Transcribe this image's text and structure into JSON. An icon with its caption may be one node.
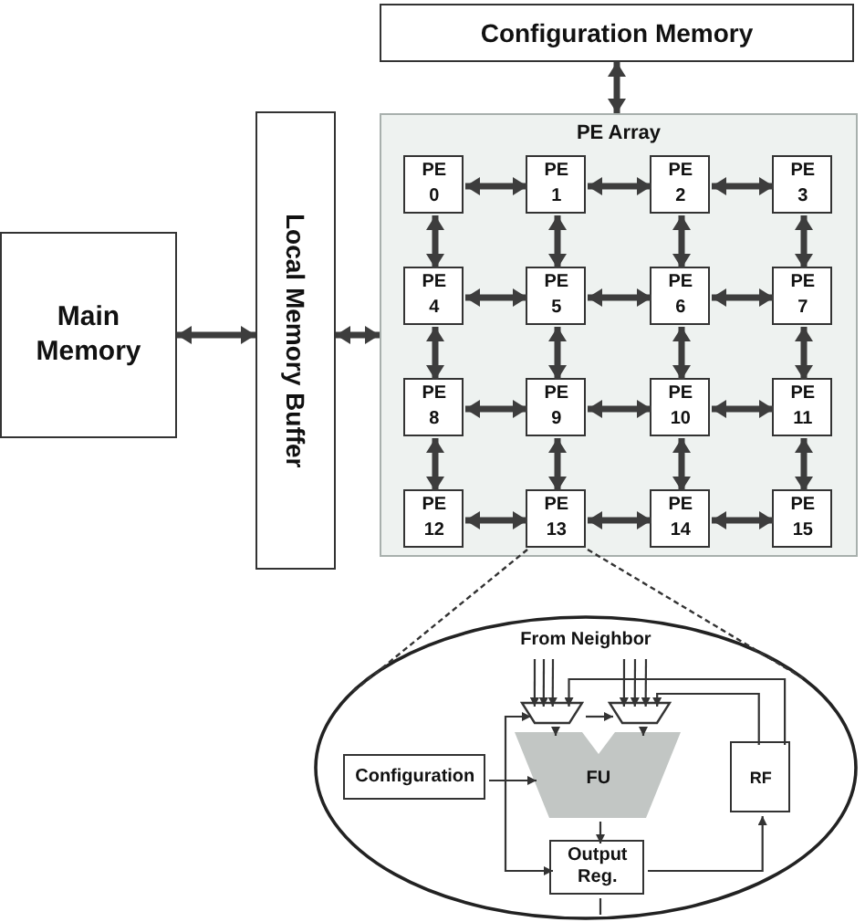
{
  "diagram": {
    "nodes": [
      {
        "text": [
          "Configuration Memory"
        ]
      },
      {
        "text": [
          "Local Memory Buffer"
        ]
      },
      {
        "text": [
          "Main Memory"
        ]
      },
      {
        "text": [
          "PE Array"
        ]
      },
      {
        "text": [
          "PE 0"
        ],
        "in": 3
      },
      {
        "text": [
          "PE 1"
        ],
        "in": 3
      },
      {
        "text": [
          "PE 2"
        ],
        "in": 3
      },
      {
        "text": [
          "PE 3"
        ],
        "in": 3
      },
      {
        "text": [
          "PE 4"
        ],
        "in": 3
      },
      {
        "text": [
          "PE 5"
        ],
        "in": 3
      },
      {
        "text": [
          "PE 6"
        ],
        "in": 3
      },
      {
        "text": [
          "PE 7"
        ],
        "in": 3
      },
      {
        "text": [
          "PE 8"
        ],
        "in": 3
      },
      {
        "text": [
          "PE 9"
        ],
        "in": 3
      },
      {
        "text": [
          "PE 10"
        ],
        "in": 3
      },
      {
        "text": [
          "PE 11"
        ],
        "in": 3
      },
      {
        "text": [
          "PE 12"
        ],
        "in": 3
      },
      {
        "text": [
          "PE 13"
        ],
        "in": 3
      },
      {
        "text": [
          "PE 14"
        ],
        "in": 3
      },
      {
        "text": [
          "PE 15"
        ],
        "in": 3
      },
      {
        "text": [
          "From Neighbor"
        ]
      },
      {
        "text": [],
        "shape": "trapezoid",
        "in": 20
      },
      {
        "text": [],
        "shape": "trapezoid",
        "in": 20
      },
      {
        "text": [
          "Configuration"
        ],
        "in": 20
      },
      {
        "text": [
          "FU"
        ],
        "in": 20
      },
      {
        "text": [
          "RF"
        ],
        "in": 20
      },
      {
        "text": [
          "Output Reg."
        ],
        "in": 20
      }
    ],
    "edges": [
      {
        "from": 0,
        "to": 3,
        "arrow": "both"
      },
      {
        "from": 2,
        "to": 1,
        "arrow": "both"
      },
      {
        "from": 1,
        "to": 3,
        "arrow": "both"
      },
      {
        "from": 4,
        "to": 5,
        "arrow": "both"
      },
      {
        "from": 5,
        "to": 6,
        "arrow": "both"
      },
      {
        "from": 6,
        "to": 7,
        "arrow": "both"
      },
      {
        "from": 8,
        "to": 9,
        "arrow": "both"
      },
      {
        "from": 9,
        "to": 10,
        "arrow": "both"
      },
      {
        "from": 10,
        "to": 11,
        "arrow": "both"
      },
      {
        "from": 12,
        "to": 13,
        "arrow": "both"
      },
      {
        "from": 13,
        "to": 14,
        "arrow": "both"
      },
      {
        "from": 14,
        "to": 15,
        "arrow": "both"
      },
      {
        "from": 16,
        "to": 17,
        "arrow": "both"
      },
      {
        "from": 17,
        "to": 18,
        "arrow": "both"
      },
      {
        "from": 18,
        "to": 19,
        "arrow": "both"
      },
      {
        "from": 4,
        "to": 8,
        "arrow": "both"
      },
      {
        "from": 5,
        "to": 9,
        "arrow": "both"
      },
      {
        "from": 6,
        "to": 10,
        "arrow": "both"
      },
      {
        "from": 7,
        "to": 11,
        "arrow": "both"
      },
      {
        "from": 8,
        "to": 12,
        "arrow": "both"
      },
      {
        "from": 9,
        "to": 13,
        "arrow": "both"
      },
      {
        "from": 10,
        "to": 14,
        "arrow": "both"
      },
      {
        "from": 11,
        "to": 15,
        "arrow": "both"
      },
      {
        "from": 12,
        "to": 16,
        "arrow": "both"
      },
      {
        "from": 13,
        "to": 17,
        "arrow": "both"
      },
      {
        "from": 14,
        "to": 18,
        "arrow": "both"
      },
      {
        "from": 15,
        "to": 19,
        "arrow": "both"
      },
      {
        "from": 17,
        "to": 20,
        "arrow": "none",
        "style": "dashed"
      },
      {
        "from": 17,
        "to": 20,
        "arrow": "none",
        "style": "dashed"
      },
      {
        "from": null,
        "to": 21,
        "arrow": "to"
      },
      {
        "from": null,
        "to": 21,
        "arrow": "to"
      },
      {
        "from": null,
        "to": 21,
        "arrow": "to"
      },
      {
        "from": null,
        "to": 22,
        "arrow": "to"
      },
      {
        "from": null,
        "to": 22,
        "arrow": "to"
      },
      {
        "from": null,
        "to": 22,
        "arrow": "to"
      },
      {
        "from": 25,
        "to": 21,
        "arrow": "to"
      },
      {
        "from": 25,
        "to": 22,
        "arrow": "to"
      },
      {
        "from": 21,
        "to": 22,
        "arrow": "to"
      },
      {
        "from": 21,
        "to": 24,
        "arrow": "to"
      },
      {
        "from": 22,
        "to": 24,
        "arrow": "to"
      },
      {
        "from": 23,
        "to": 24,
        "arrow": "to"
      },
      {
        "from": 24,
        "to": 26,
        "arrow": "to"
      },
      {
        "from": 26,
        "to": 25,
        "arrow": "to"
      },
      {
        "from": 23,
        "to": 21,
        "arrow": "to"
      },
      {
        "from": 23,
        "to": 26,
        "arrow": "to"
      },
      {
        "from": 26,
        "to": null,
        "arrow": "none"
      }
    ]
  }
}
